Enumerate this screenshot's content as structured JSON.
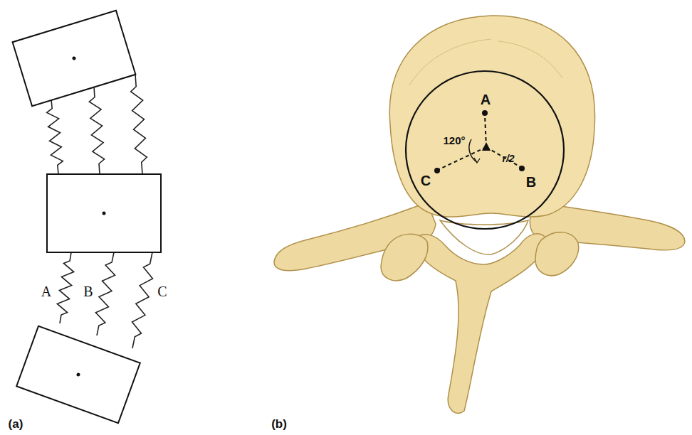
{
  "diagram": {
    "labels": [
      "A",
      "B",
      "C",
      "(a)",
      "A",
      "B",
      "C",
      "120°",
      "r/2",
      "(b)"
    ]
  }
}
